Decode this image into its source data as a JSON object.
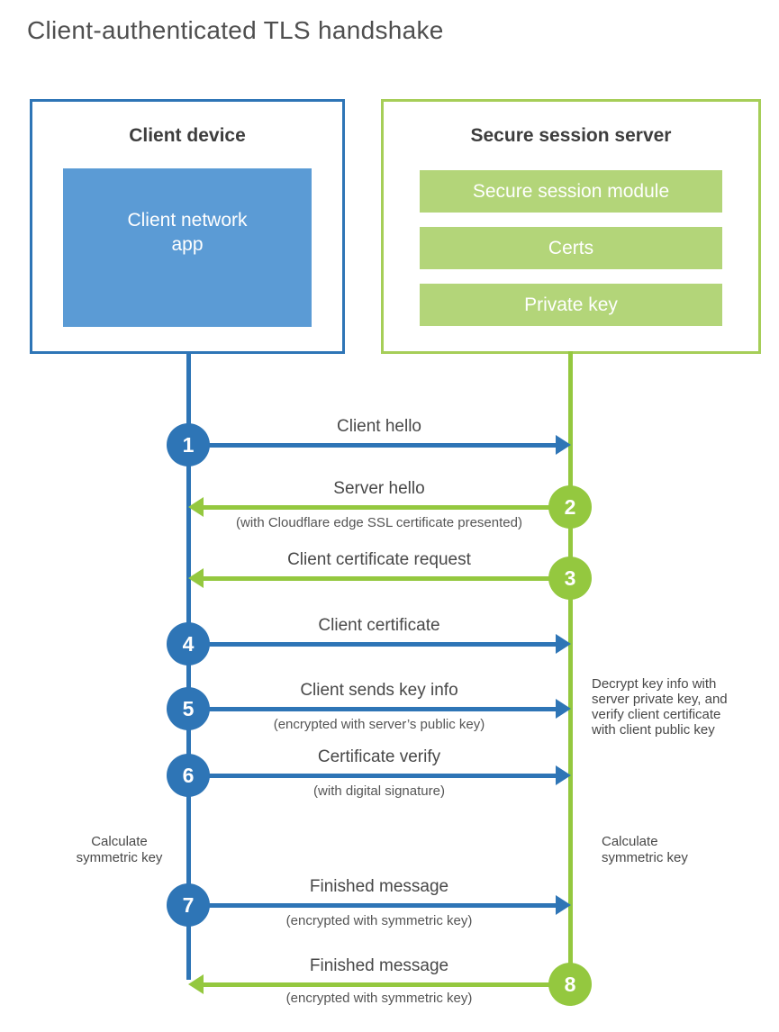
{
  "title": "Client-authenticated TLS handshake",
  "client": {
    "title": "Client device",
    "app_label": "Client network\napp"
  },
  "server": {
    "title": "Secure session server",
    "modules": [
      "Secure session module",
      "Certs",
      "Private key"
    ]
  },
  "steps": [
    {
      "number": "1",
      "label": "Client hello",
      "sublabel": ""
    },
    {
      "number": "2",
      "label": "Server hello",
      "sublabel": "(with Cloudflare edge SSL certificate presented)"
    },
    {
      "number": "3",
      "label": "Client certificate request",
      "sublabel": ""
    },
    {
      "number": "4",
      "label": "Client certificate",
      "sublabel": ""
    },
    {
      "number": "5",
      "label": "Client sends key info",
      "sublabel": "(encrypted with server’s public key)"
    },
    {
      "number": "6",
      "label": "Certificate verify",
      "sublabel": "(with digital signature)"
    },
    {
      "number": "7",
      "label": "Finished message",
      "sublabel": "(encrypted with symmetric key)"
    },
    {
      "number": "8",
      "label": "Finished message",
      "sublabel": "(encrypted with symmetric key)"
    }
  ],
  "annotations": {
    "decrypt_note": "Decrypt key info with\nserver private key, and\nverify client certificate\nwith client public key",
    "calc_left": "Calculate\nsymmetric key",
    "calc_right": "Calculate\nsymmetric key"
  },
  "colors": {
    "client_blue": "#2e75b6",
    "client_fill_blue": "#5b9bd5",
    "server_green": "#94c83f",
    "server_border_green": "#a6ce58",
    "server_bar_green": "#b3d579"
  }
}
